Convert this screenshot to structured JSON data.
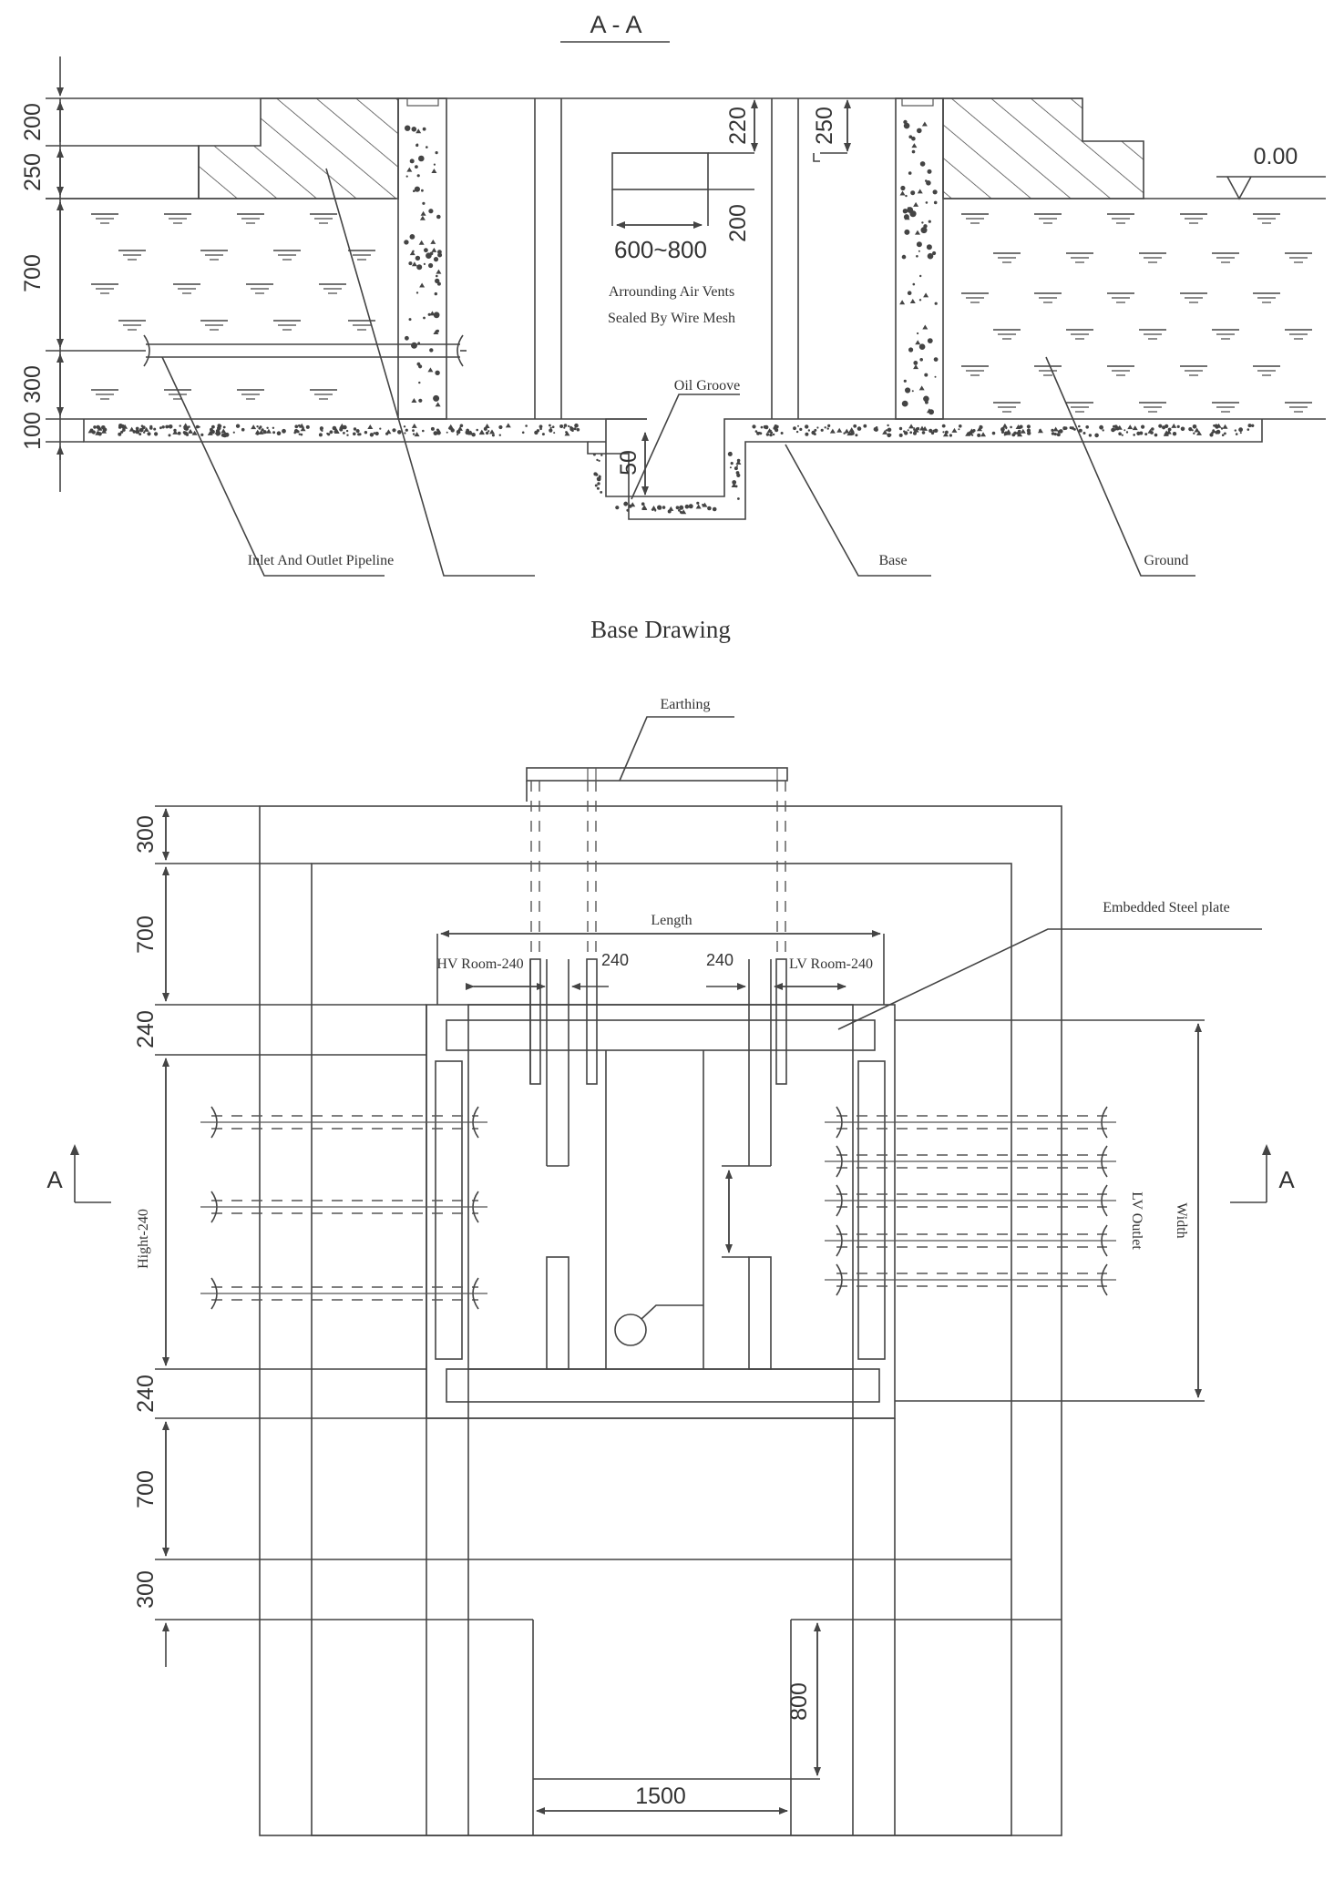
{
  "section": {
    "title": "A - A",
    "dims_left": [
      "200",
      "250",
      "700",
      "300",
      "100"
    ],
    "dim_220": "220",
    "dim_250": "250",
    "dim_200": "200",
    "dim_vent": "600~800",
    "dim_50": "50",
    "level": "0.00",
    "vent_note_1": "Arrounding Air Vents",
    "vent_note_2": "Sealed By Wire Mesh",
    "oil_groove": "Oil Groove",
    "label_pipeline": "Inlet And Outlet Pipeline",
    "label_base": "Base",
    "label_ground": "Ground"
  },
  "plan": {
    "title": "Base Drawing",
    "earthing": "Earthing",
    "embedded_plate": "Embedded Steel plate",
    "length": "Length",
    "hv_room": "HV Room-240",
    "lv_room": "LV Room-240",
    "dim_240_a": "240",
    "dim_240_b": "240",
    "dims_left": [
      "300",
      "700",
      "240",
      "240",
      "700",
      "300"
    ],
    "hight": "Hight-240",
    "width": "Width",
    "lv_outlet": "LV Outlet",
    "section_mark_left": "A",
    "section_mark_right": "A",
    "dim_800": "800",
    "dim_1500": "1500"
  }
}
